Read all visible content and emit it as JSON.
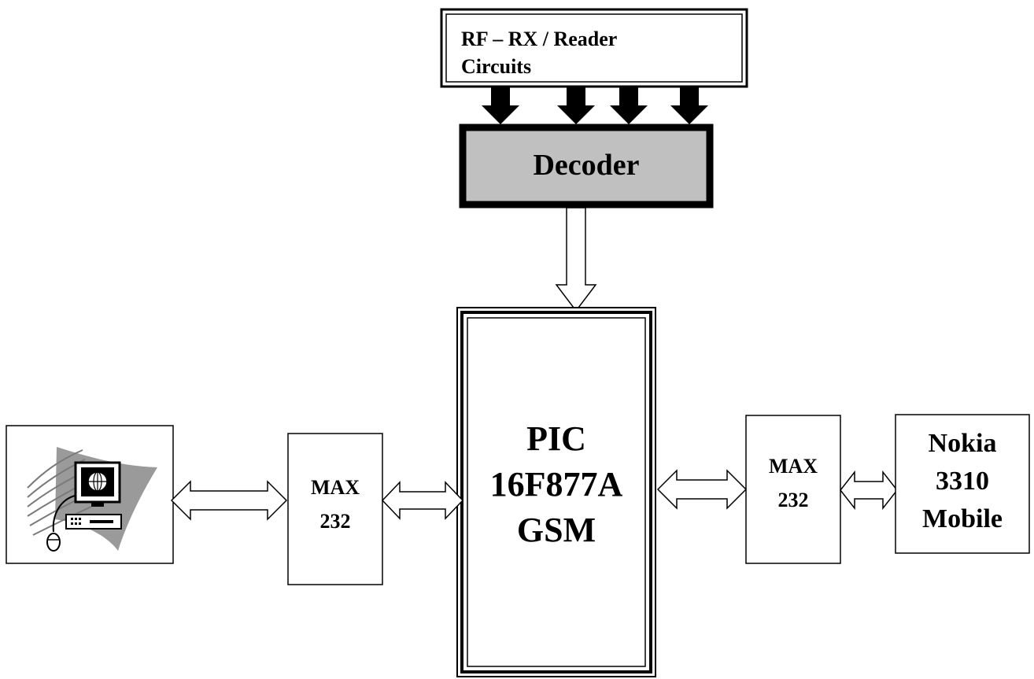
{
  "rf_block": {
    "line1": "RF – RX / Reader",
    "line2": "Circuits"
  },
  "decoder": {
    "label": "Decoder"
  },
  "pic": {
    "line1": "PIC",
    "line2": "16F877A",
    "line3": "GSM"
  },
  "max_left": {
    "line1": "MAX",
    "line2": "232"
  },
  "max_right": {
    "line1": "MAX",
    "line2": "232"
  },
  "nokia": {
    "line1": "Nokia",
    "line2": "3310",
    "line3": "Mobile"
  },
  "computer": {
    "icon": "computer-icon"
  },
  "colors": {
    "decoder_fill": "#c0c0c0",
    "line": "#000000",
    "background": "#ffffff",
    "swoosh": "#9a9a9a"
  }
}
